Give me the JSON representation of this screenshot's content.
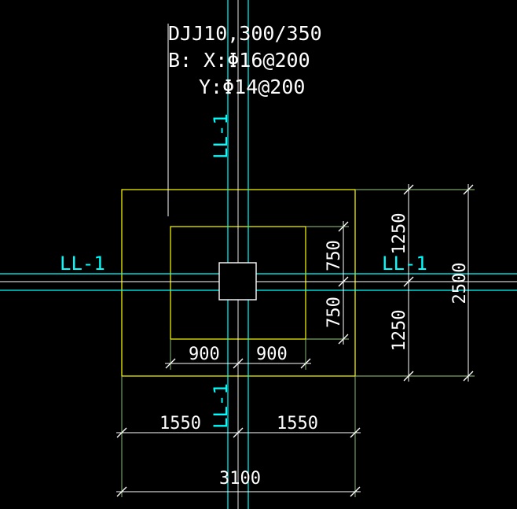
{
  "colors": {
    "background": "#000000",
    "dimension": "#ffffff",
    "footing_outline": "#ffff00",
    "beam_lines": "#00ffff",
    "extension_lines": "#9acd80"
  },
  "label": {
    "line1": "DJJ10,300/350",
    "line2": "B:  X:Φ16@200",
    "line3": "Y:Φ14@200"
  },
  "beams": {
    "vertical_top": "LL-1",
    "vertical_bottom": "LL-1",
    "horizontal_left": "LL-1",
    "horizontal_right": "LL-1"
  },
  "dimensions": {
    "inner_left": "900",
    "inner_right": "900",
    "outer_left": "1550",
    "outer_right": "1550",
    "overall_width": "3100",
    "inner_top": "750",
    "inner_bottom": "750",
    "outer_top": "1250",
    "outer_bottom": "1250",
    "overall_height": "2500"
  }
}
